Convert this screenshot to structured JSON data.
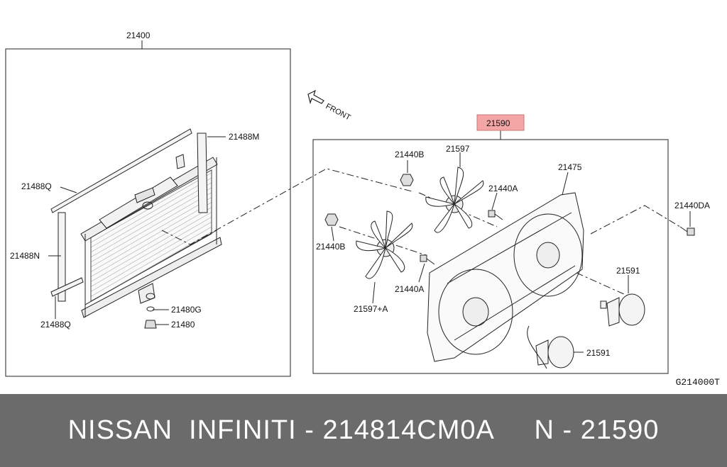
{
  "colors": {
    "highlight": "#f4a6a6",
    "footer_bg": "#6b6b6b",
    "footer_text": "#ffffff"
  },
  "diagram": {
    "front_label": "FRONT",
    "reference_code": "G214000T",
    "labels": {
      "radiator_assy": "21400",
      "seal_m": "21488M",
      "seal_q_top": "21488Q",
      "seal_n": "21488N",
      "seal_q_bottom": "21488Q",
      "drain_gasket": "21480G",
      "drain_cock": "21480",
      "fan_shroud_assy": "21590",
      "nut_b_top": "21440B",
      "fan_blade_right": "21597",
      "shroud": "21475",
      "bolt_a_top": "21440A",
      "bolt_da": "21440DA",
      "nut_b_left": "21440B",
      "bolt_a_bottom": "21440A",
      "fan_blade_left": "21597+A",
      "motor_right": "21591",
      "motor_bottom": "21591"
    }
  },
  "footer": {
    "text": "NISSAN  INFINITI - 214814CM0A     N - 21590"
  }
}
